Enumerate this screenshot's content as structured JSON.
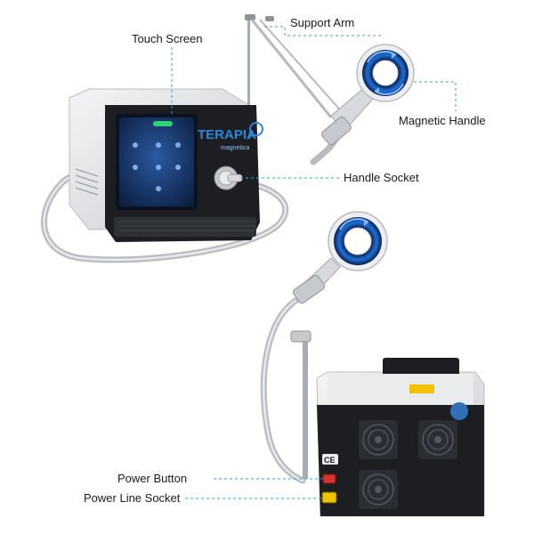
{
  "labels": {
    "support_arm": "Support Arm",
    "touch_screen": "Touch Screen",
    "magnetic_handle": "Magnetic Handle",
    "handle_socket": "Handle Socket",
    "power_button": "Power Button",
    "power_line_socket": "Power Line Socket"
  },
  "device_branding": {
    "brand_main": "TERAPIA",
    "brand_sub": "magnetica",
    "badge_rear": "CE"
  },
  "colors": {
    "leader_line": "#3aa0d6",
    "panel_dark": "#1c1e22",
    "panel_light": "#eceef0",
    "screen_blue": "#13376a",
    "ring_blue": "#1f6fd6",
    "screen_green": "#2bd27a",
    "power_red": "#d8322c",
    "warning_yellow": "#f2c200"
  }
}
